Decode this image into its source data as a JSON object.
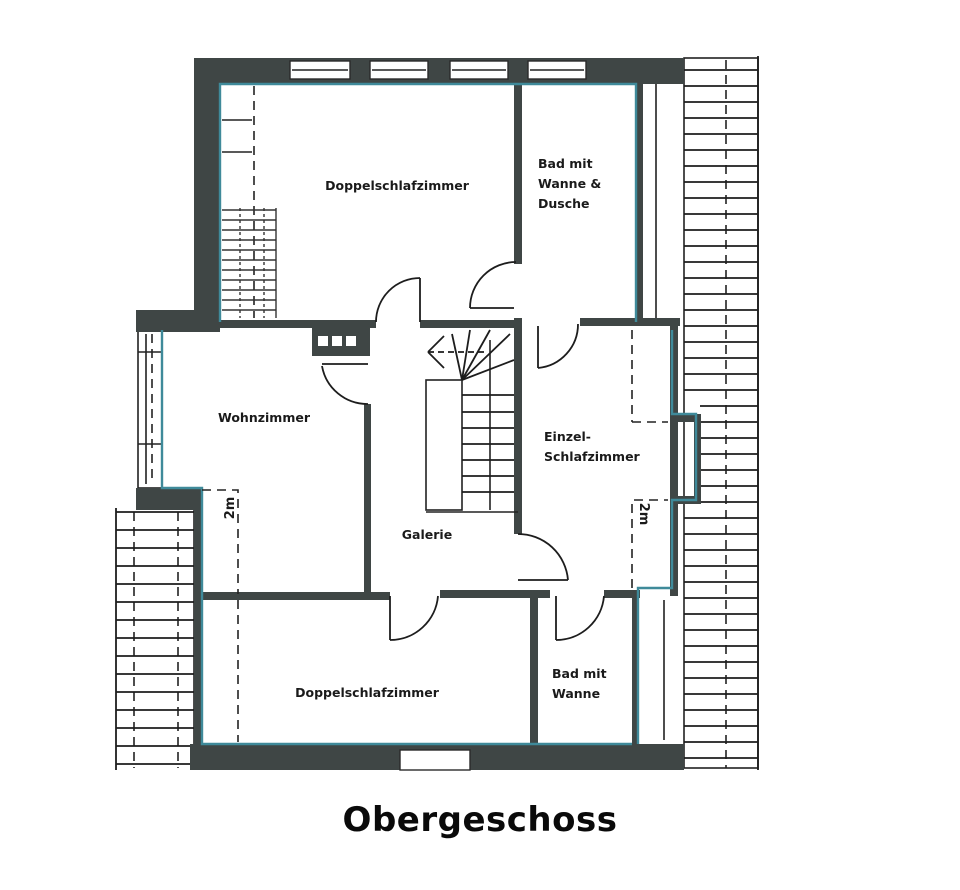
{
  "plan": {
    "title": "Obergeschoss",
    "colors": {
      "wall": "#3f4645",
      "inner_edge": "#3f8a9a",
      "line": "#1d1d1d",
      "background": "#ffffff"
    },
    "rooms": [
      {
        "id": "doppelschlafzimmer-top",
        "label": "Doppelschlafzimmer"
      },
      {
        "id": "bad-wanne-dusche",
        "label_lines": [
          "Bad mit",
          "Wanne &",
          "Dusche"
        ]
      },
      {
        "id": "wohnzimmer",
        "label": "Wohnzimmer"
      },
      {
        "id": "galerie",
        "label": "Galerie"
      },
      {
        "id": "einzelschlafzimmer",
        "label_lines": [
          "Einzel-",
          "Schlafzimmer"
        ]
      },
      {
        "id": "doppelschlafzimmer-bottom",
        "label": "Doppelschlafzimmer"
      },
      {
        "id": "bad-wanne",
        "label_lines": [
          "Bad mit",
          "Wanne"
        ]
      }
    ],
    "dimension_marks": [
      {
        "id": "height-2m-left",
        "label": "2m"
      },
      {
        "id": "height-2m-right",
        "label": "2m"
      }
    ]
  }
}
